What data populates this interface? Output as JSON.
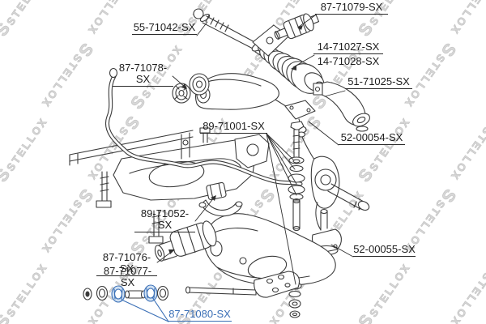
{
  "diagram": {
    "watermark": {
      "logo": "S",
      "text": "STELLOX"
    },
    "colors": {
      "line": "#3a3a3a",
      "accent": "#3a6fb6",
      "accent_fill": "#cfe0f2",
      "watermark": "#d2d2d2"
    },
    "labels": [
      {
        "part": "55-71042-SX",
        "highlighted": false
      },
      {
        "part": "87-71079-SX",
        "highlighted": false
      },
      {
        "part": "14-71027-SX",
        "highlighted": false
      },
      {
        "part": "14-71028-SX",
        "highlighted": false
      },
      {
        "part": "51-71025-SX",
        "highlighted": false
      },
      {
        "part": "52-00054-SX",
        "highlighted": false
      },
      {
        "part": "89-71001-SX",
        "highlighted": false
      },
      {
        "part": "87-71078-SX",
        "highlighted": false
      },
      {
        "part": "89-71052-SX",
        "highlighted": false
      },
      {
        "part": "87-71076-SX",
        "highlighted": false
      },
      {
        "part": "87-71077-SX",
        "highlighted": false
      },
      {
        "part": "52-00055-SX",
        "highlighted": false
      },
      {
        "part": "87-71080-SX",
        "highlighted": true
      }
    ]
  }
}
